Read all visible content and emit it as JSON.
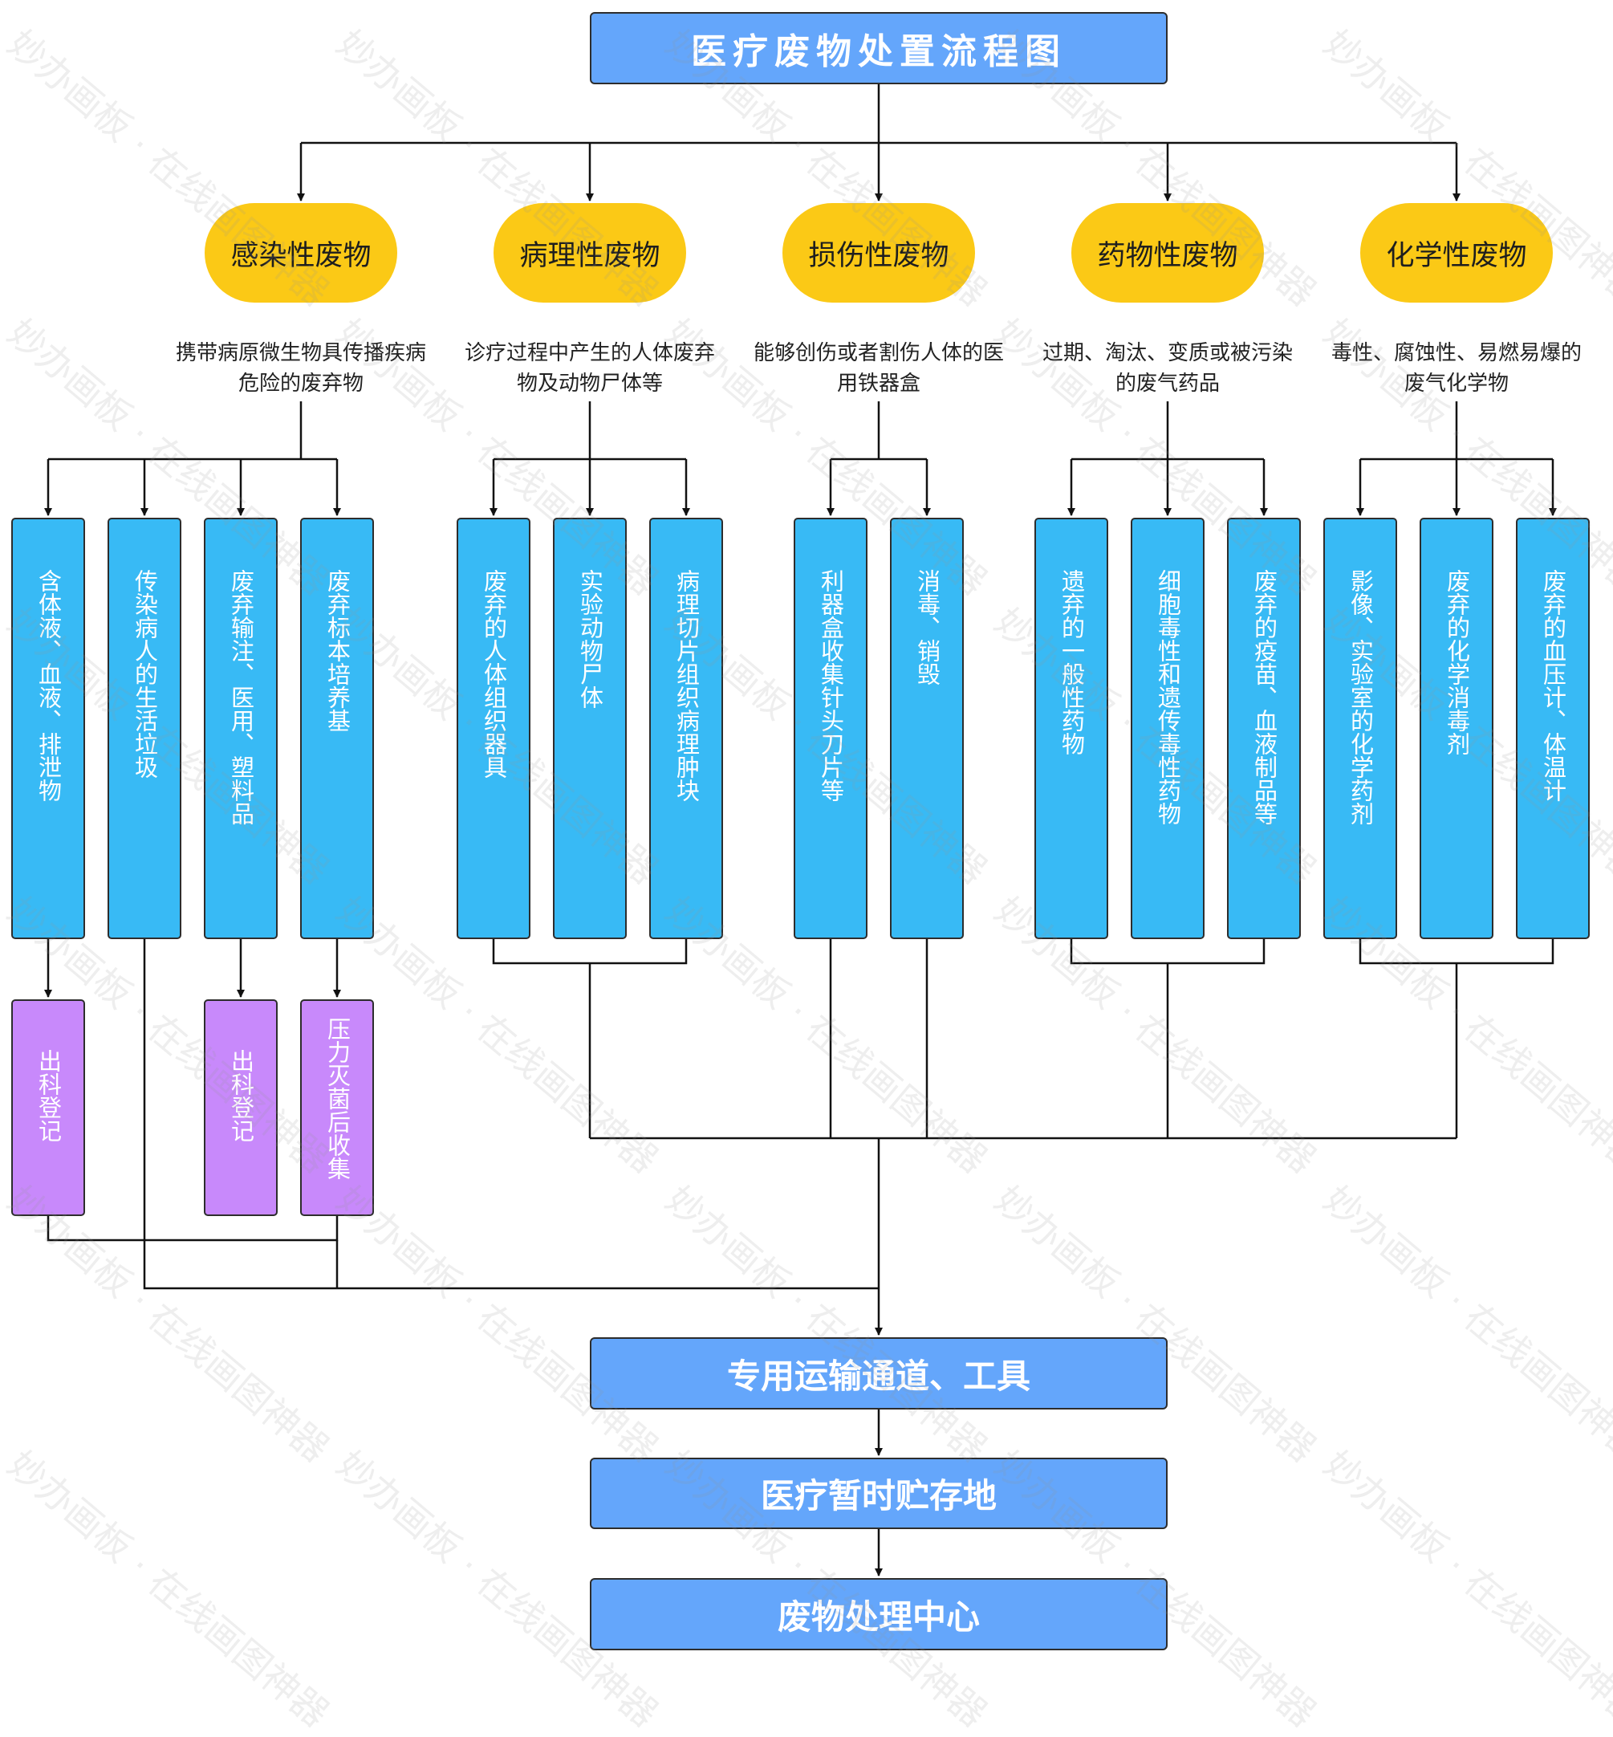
{
  "title": "医疗废物处置流程图",
  "categories": [
    {
      "label": "感染性废物",
      "desc": [
        "携带病原微生物具传播疾病",
        "危险的废弃物"
      ]
    },
    {
      "label": "病理性废物",
      "desc": [
        "诊疗过程中产生的人体废弃",
        "物及动物尸体等"
      ]
    },
    {
      "label": "损伤性废物",
      "desc": [
        "能够创伤或者割伤人体的医",
        "用铁器盒"
      ]
    },
    {
      "label": "药物性废物",
      "desc": [
        "过期、淘汰、变质或被污染",
        "的废气药品"
      ]
    },
    {
      "label": "化学性废物",
      "desc": [
        "毒性、腐蚀性、易燃易爆的",
        "废气化学物"
      ]
    }
  ],
  "items": [
    "含体液、血液、排泄物",
    "传染病人的生活垃圾",
    "废弃输注、医用、塑料品",
    "废弃标本培养基",
    "废弃的人体组织器具",
    "实验动物尸体",
    "病理切片组织病理肿块",
    "利器盒收集针头刀片等",
    "消毒、销毁",
    "遗弃的一般性药物",
    "细胞毒性和遗传毒性药物",
    "废弃的疫苗、血液制品等",
    "影像、实验室的化学药剂",
    "废弃的化学消毒剂",
    "废弃的血压计、体温计"
  ],
  "sub_items": [
    "出科登记",
    "出科登记",
    "压力灭菌后收集"
  ],
  "bottom": [
    "专用运输通道、工具",
    "医疗暂时贮存地",
    "废物处理中心"
  ],
  "watermark": "妙办画板 · 在线画图神器",
  "colors": {
    "title_blue": "#64a6fb",
    "category_yellow": "#fbc916",
    "item_blue": "#38baf5",
    "sub_purple": "#c889fb"
  }
}
